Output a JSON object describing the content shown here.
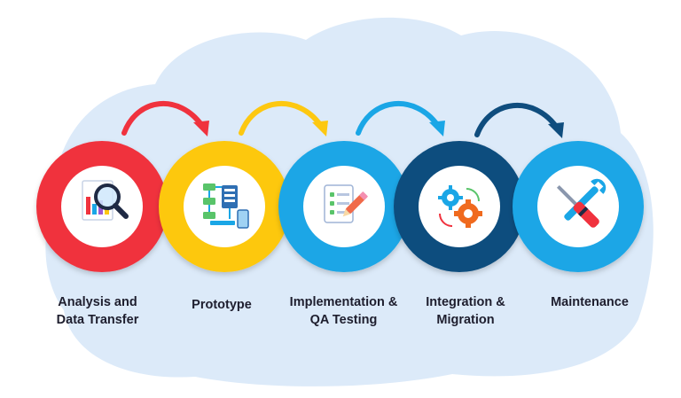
{
  "colors": {
    "cloud": "#dceaf9",
    "red": "#f0323e",
    "yellow": "#fdc811",
    "blue": "#1aa6e6",
    "navy": "#0f4d7e",
    "label": "#1e1e2e"
  },
  "stages": [
    {
      "name": "analysis",
      "icon": "magnifier-chart-icon",
      "ring": "red",
      "lines": [
        "Analysis and",
        "Data Transfer"
      ]
    },
    {
      "name": "prototype",
      "icon": "flowchart-devices-icon",
      "ring": "yellow",
      "lines": [
        "Prototype"
      ]
    },
    {
      "name": "implementation",
      "icon": "checklist-pencil-icon",
      "ring": "blue",
      "lines": [
        "Implementation &",
        "QA Testing"
      ]
    },
    {
      "name": "integration",
      "icon": "gears-icon",
      "ring": "navy",
      "lines": [
        "Integration &",
        "Migration"
      ]
    },
    {
      "name": "maintenance",
      "icon": "wrench-screwdriver-icon",
      "ring": "blue",
      "lines": [
        "Maintenance"
      ]
    }
  ],
  "arrows": [
    "red",
    "yellow",
    "blue",
    "navy"
  ]
}
